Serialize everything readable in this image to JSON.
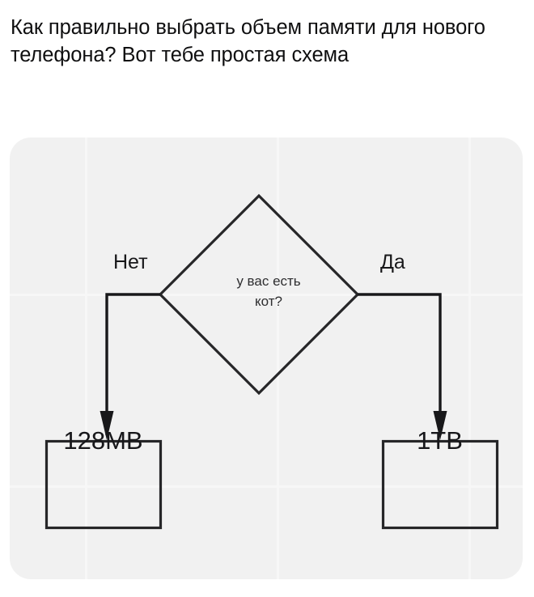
{
  "caption": {
    "text": "Как правильно выбрать объем памяти для нового телефона? Вот тебе простая схема"
  },
  "diagram": {
    "decision": {
      "line1": "у вас есть",
      "line2": "кот?"
    },
    "edges": {
      "no_label": "Нет",
      "yes_label": "Да"
    },
    "outcomes": {
      "left": "128MB",
      "right": "1TB"
    },
    "colors": {
      "panel_background": "#f1f1f1",
      "grid_line": "#f7f7f7",
      "stroke": "#262628",
      "text": "#17171a",
      "page_background": "#ffffff"
    }
  }
}
